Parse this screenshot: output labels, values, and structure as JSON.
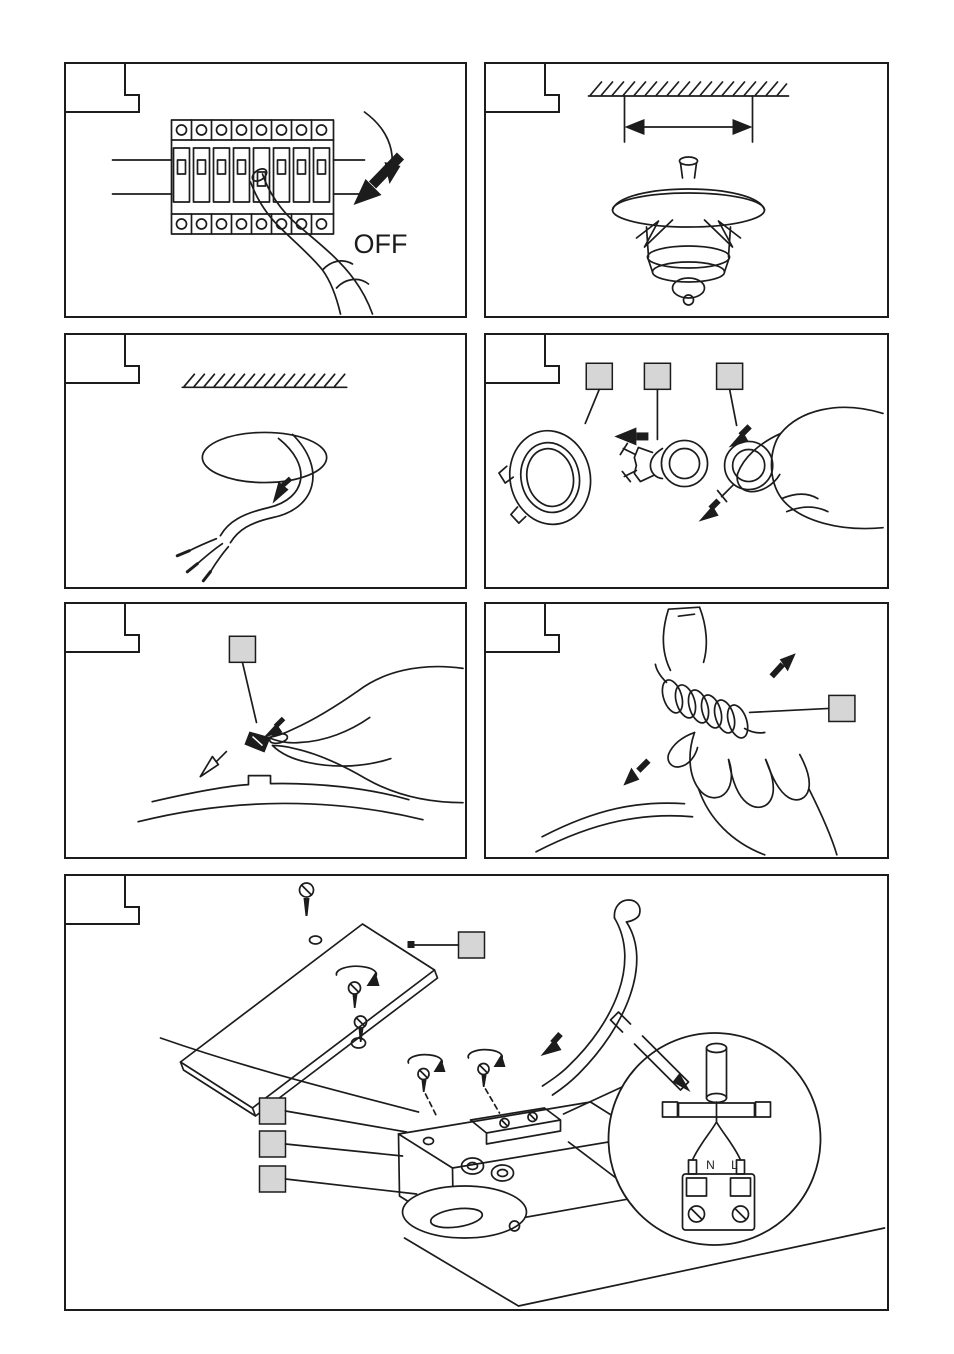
{
  "labels": {
    "off": "OFF",
    "terminal_n": "N",
    "terminal_l": "L"
  },
  "colors": {
    "ink": "#1c1c1c",
    "paper": "#ffffff",
    "callout_fill": "#d6d6d6"
  },
  "panels": [
    {
      "name": "turn-power-off"
    },
    {
      "name": "check-ceiling-clearance"
    },
    {
      "name": "pull-cable-through-ceiling-hole"
    },
    {
      "name": "insert-bulb-into-ring"
    },
    {
      "name": "attach-spring-clip"
    },
    {
      "name": "hold-spring-clips"
    },
    {
      "name": "mount-plate-and-wire-junction-box"
    }
  ]
}
